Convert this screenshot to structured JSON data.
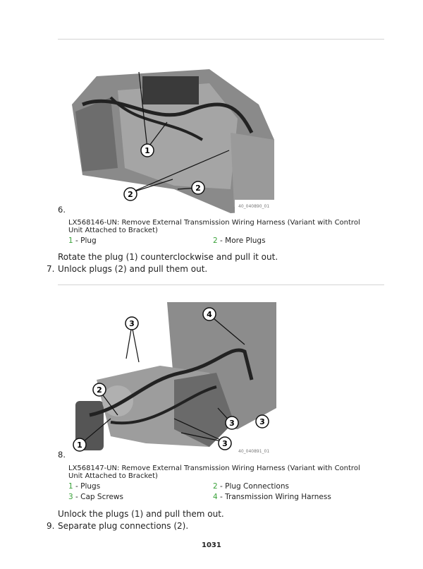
{
  "steps": [
    {
      "number": "6.",
      "figure_id": "40_040890_01",
      "caption": "LX568146-UN: Remove External Transmission Wiring Harness (Variant with Control Unit Attached to Bracket)",
      "caption_line1": "LX568146-UN: Remove External Transmission Wiring Harness (Variant with Control",
      "caption_line2": "Unit Attached to Bracket)",
      "legend": [
        {
          "n": "1",
          "label": " - Plug"
        },
        {
          "n": "2",
          "label": " - More Plugs"
        }
      ],
      "callouts": [
        "1",
        "2",
        "2"
      ],
      "text": "Rotate the plug (1) counterclockwise and pull it out."
    },
    {
      "number": "7.",
      "text": "Unlock plugs (2) and pull them out."
    },
    {
      "number": "8.",
      "figure_id": "40_040891_01",
      "caption_line1": "LX568147-UN: Remove External Transmission Wiring Harness (Variant with Control",
      "caption_line2": "Unit Attached to Bracket)",
      "legend": [
        {
          "n": "1",
          "label": " - Plugs"
        },
        {
          "n": "2",
          "label": " - Plug Connections"
        },
        {
          "n": "3",
          "label": " - Cap Screws"
        },
        {
          "n": "4",
          "label": " - Transmission Wiring Harness"
        }
      ],
      "callouts": [
        "1",
        "2",
        "3",
        "3",
        "3",
        "3",
        "4"
      ],
      "text": "Unlock the plugs (1) and pull them out."
    },
    {
      "number": "9.",
      "text": "Separate plug connections (2)."
    }
  ],
  "page_number": "1031",
  "colors": {
    "legend_number": "#3aa23a",
    "rule": "#d4d4d4"
  }
}
